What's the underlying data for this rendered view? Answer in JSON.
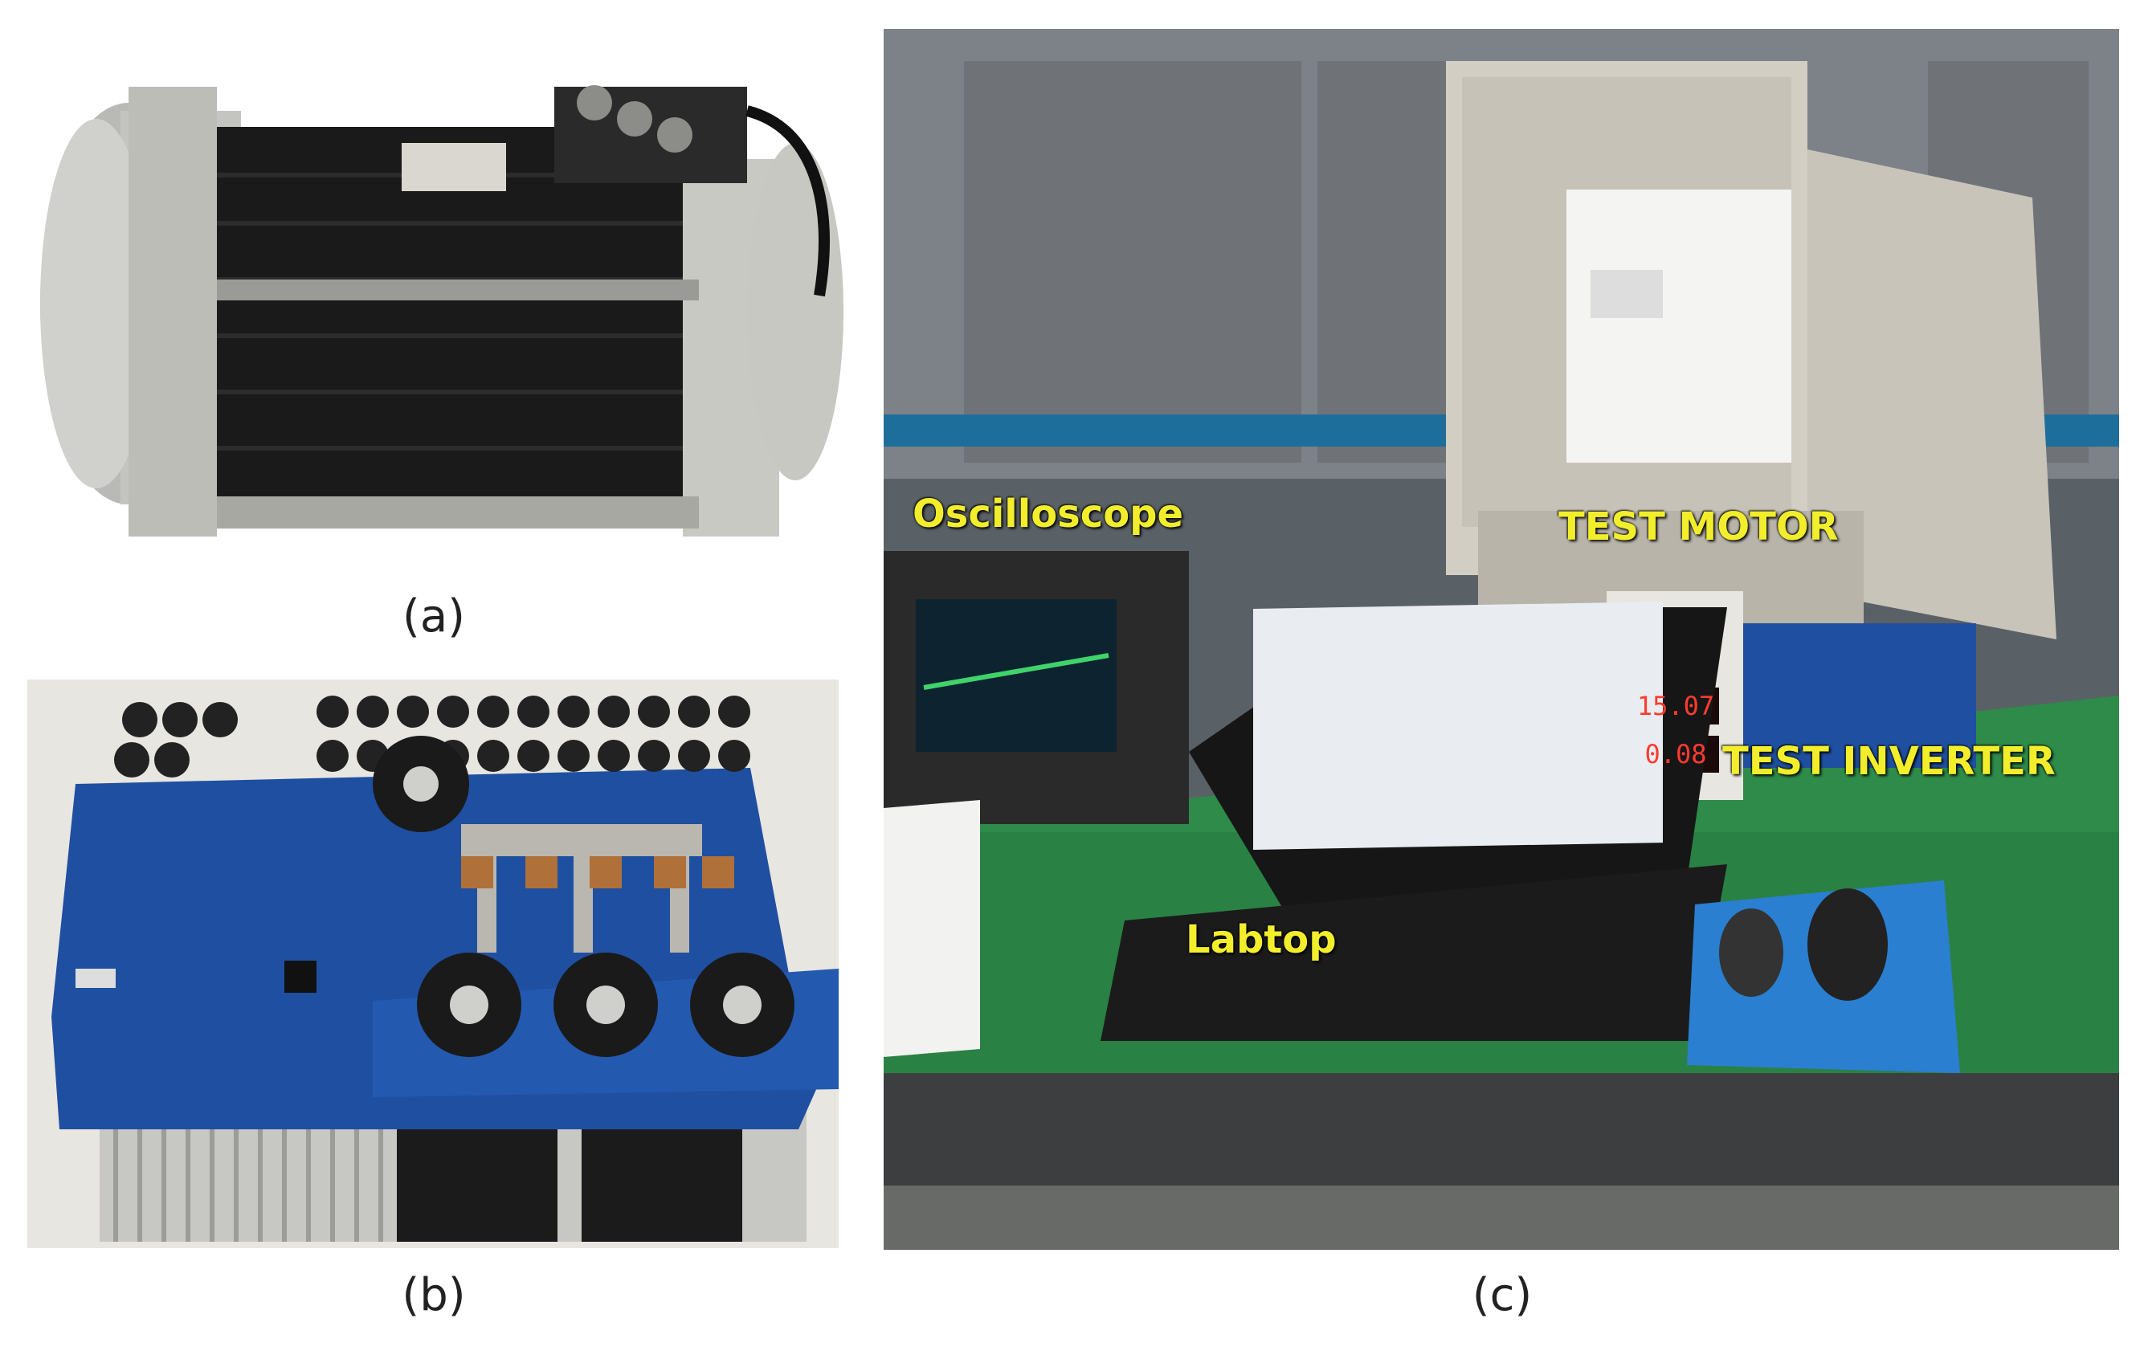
{
  "panels": {
    "a": {
      "caption": "(a)",
      "subject": "motor"
    },
    "b": {
      "caption": "(b)",
      "subject": "inverter-board"
    },
    "c": {
      "caption": "(c)",
      "subject": "test-bench"
    }
  },
  "labels": {
    "oscilloscope": "Oscilloscope",
    "test_motor": "TEST MOTOR",
    "test_inverter": "TEST INVERTER",
    "laptop": "Labtop"
  },
  "power_supply": {
    "voltage": "15.07",
    "current": "0.08"
  },
  "colors": {
    "label": "#f2ee2c",
    "pcb": "#1f4fa0",
    "bench": "#2e8b4a"
  }
}
